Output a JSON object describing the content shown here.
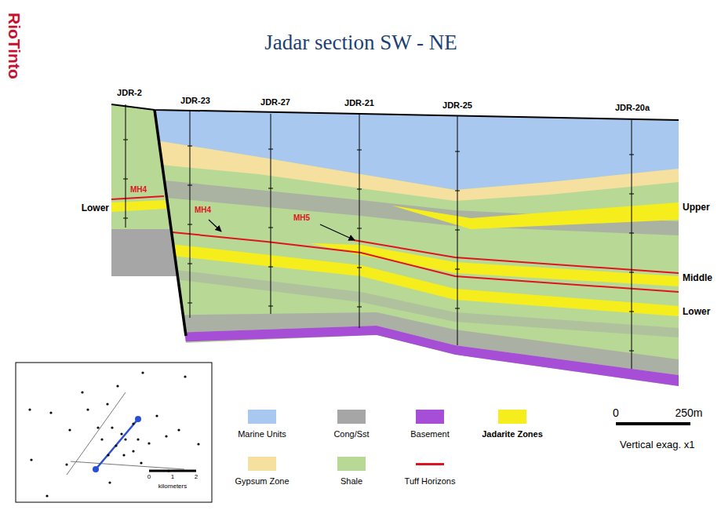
{
  "diagram": {
    "title": "Jadar section SW - NE",
    "labels": [
      "RioTinto",
      "JDR-2",
      "JDR-23",
      "JDR-27",
      "JDR-21",
      "JDR-25",
      "JDR-20a",
      "MH4",
      "Lower",
      "MH4",
      "MH5",
      "Upper",
      "Middle",
      "Lower",
      "0",
      "250m",
      "Vertical exag. x1",
      "0",
      "1",
      "2",
      "kilometers"
    ],
    "legend": [
      {
        "text": "Marine Units",
        "color": "#a9c8ef"
      },
      {
        "text": "Cong/Sst",
        "color": "#a6a6a6"
      },
      {
        "text": "Basement",
        "color": "#a64fd6"
      },
      {
        "text": "Jadarite Zones",
        "color": "#f6ee1c"
      },
      {
        "text": "Gypsum Zone",
        "color": "#f5e0a0"
      },
      {
        "text": "Shale",
        "color": "#b8d896"
      },
      {
        "text": "Tuff Horizons"
      }
    ]
  }
}
